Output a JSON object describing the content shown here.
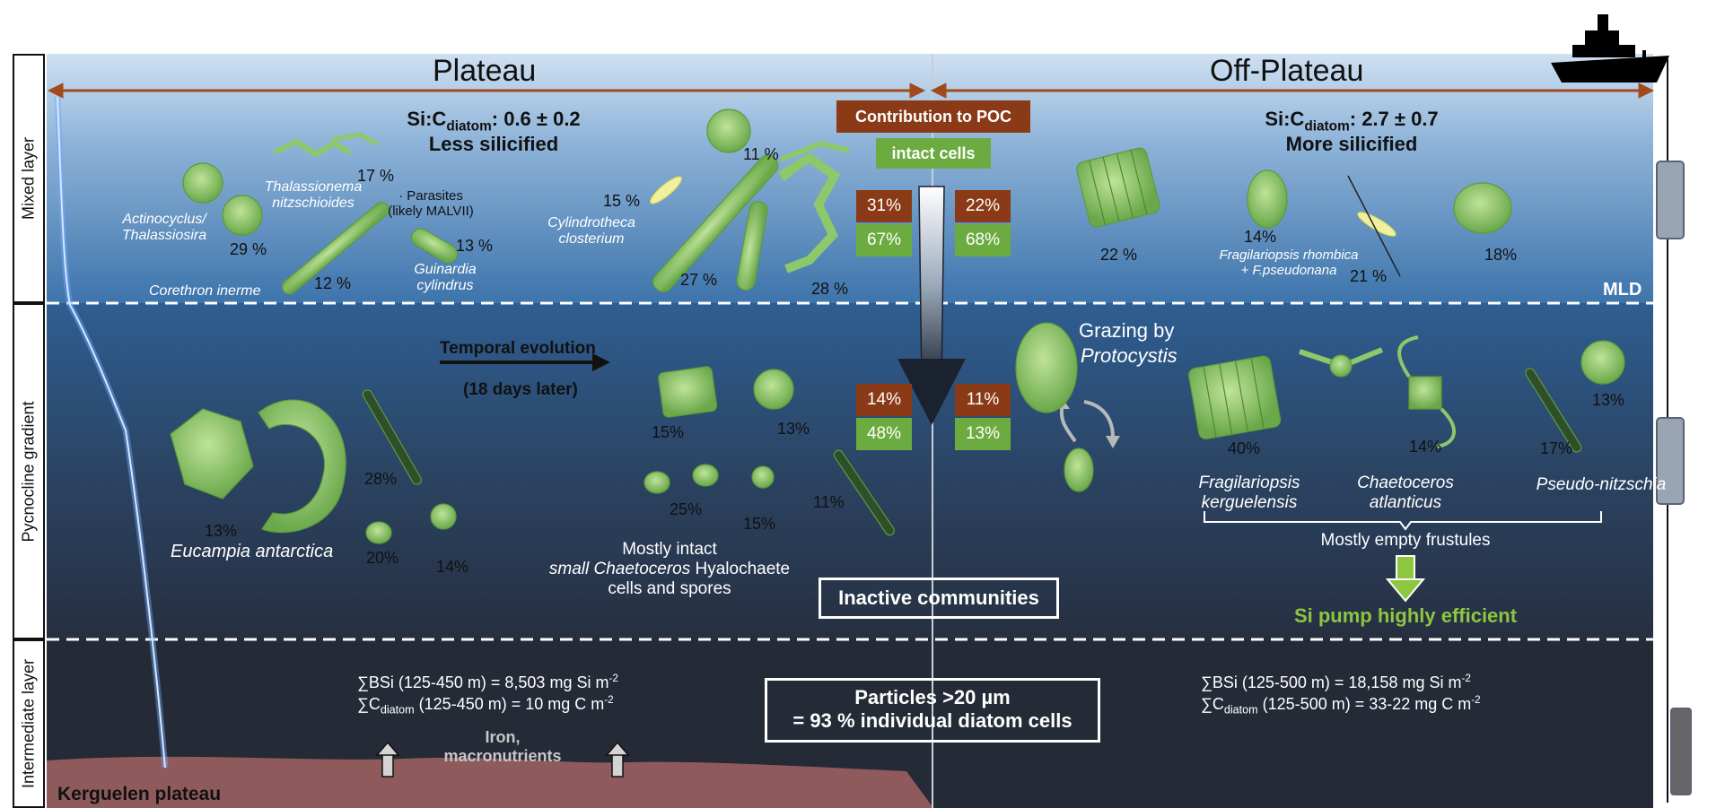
{
  "zones": {
    "plateau": "Plateau",
    "off_plateau": "Off-Plateau"
  },
  "layers": {
    "mixed": "Mixed layer",
    "pycnocline": "Pycnocline gradient",
    "intermediate": "Intermediate layer",
    "mld": "MLD"
  },
  "plateau_mixed": {
    "ratio_prefix": "Si:C",
    "ratio_sub": "diatom",
    "ratio_value": ": 0.6 ± 0.2",
    "silicification": "Less silicified",
    "taxa": [
      {
        "name": "Actinocyclus/\nThalassiosira",
        "pct": "29 %"
      },
      {
        "name": "Thalassionema\nnitzschioides",
        "pct": "17 %"
      },
      {
        "name": "Corethron inerme",
        "pct": "12 %"
      },
      {
        "name": "Guinardia\ncylindrus",
        "pct": "13 %"
      },
      {
        "name": "Cylindrotheca\nclosterium",
        "pct": "15 %"
      }
    ],
    "parasites": "· Parasites\n(likely MALVII)",
    "other_pcts": [
      "11 %",
      "27 %",
      "28 %"
    ]
  },
  "legend": {
    "contribution": "Contribution to POC",
    "intact": "intact cells"
  },
  "poc_boxes": {
    "plateau_mixed": {
      "contribution": "31%",
      "intact": "67%"
    },
    "offplateau_mixed": {
      "contribution": "22%",
      "intact": "68%"
    },
    "plateau_pycno": {
      "contribution": "14%",
      "intact": "48%"
    },
    "offplateau_pycno": {
      "contribution": "11%",
      "intact": "13%"
    }
  },
  "offplateau_mixed": {
    "ratio_prefix": "Si:C",
    "ratio_sub": "diatom",
    "ratio_value": ": 2.7 ± 0.7",
    "silicification": "More silicified",
    "pcts": [
      "22 %",
      "14%",
      "21 %",
      "18%"
    ],
    "taxa_label": "Fragilariopsis rhombica\n+ F.pseudonana"
  },
  "plateau_pycno": {
    "temporal": "Temporal evolution",
    "days_later": "(18 days later)",
    "eucampia": "Eucampia antarctica",
    "pcts_left": [
      "13%",
      "28%",
      "20%",
      "14%"
    ],
    "pcts_right": [
      "15%",
      "13%",
      "25%",
      "15%",
      "11%"
    ],
    "intact_line1": "Mostly intact",
    "intact_line2_italic": "small Chaetoceros",
    "intact_line2_rest": " Hyalochaete",
    "intact_line3": "cells and spores",
    "inactive": "Inactive communities"
  },
  "offplateau_pycno": {
    "grazing": "Grazing by",
    "protocystis": "Protocystis",
    "taxa": [
      {
        "name": "Fragilariopsis\nkerguelensis",
        "pct": "40%"
      },
      {
        "name": "Chaetoceros\natlanticus",
        "pct": "14%"
      },
      {
        "name": "Pseudo-nitzschia",
        "pct": "17%"
      }
    ],
    "extra_pct": "13%",
    "empty": "Mostly empty frustules",
    "pump": "Si pump highly efficient"
  },
  "intermediate": {
    "plateau_bsi_prefix": "∑BSi (125-450 m) = 8,503 mg Si m",
    "plateau_bsi_sup": "-2",
    "plateau_c_prefix": "∑C",
    "plateau_c_sub": "diatom",
    "plateau_c_rest": " (125-450 m) = 10 mg C m",
    "plateau_c_sup": "-2",
    "iron": "Iron,\nmacronutrients",
    "particles_line1": "Particles >20 µm",
    "particles_line2": "= 93 % individual diatom cells",
    "off_bsi_prefix": "∑BSi (125-500 m) = 18,158 mg Si m",
    "off_bsi_sup": "-2",
    "off_c_prefix": "∑C",
    "off_c_sub": "diatom",
    "off_c_rest": " (125-500 m) = 33-22 mg C m",
    "off_c_sup": "-2",
    "kerguelen": "Kerguelen plateau"
  },
  "colors": {
    "mixed_top": "#c9dcef",
    "mixed_bottom": "#3f77ad",
    "pycno_top": "#2f5d8f",
    "pycno_bottom": "#26344a",
    "inter": "#252a36",
    "plateau_floor": "#8e5a5c",
    "arrow_brown": "#a24a1e",
    "diatom_green": "#8dc86a",
    "pump_green": "#8dc63f"
  }
}
